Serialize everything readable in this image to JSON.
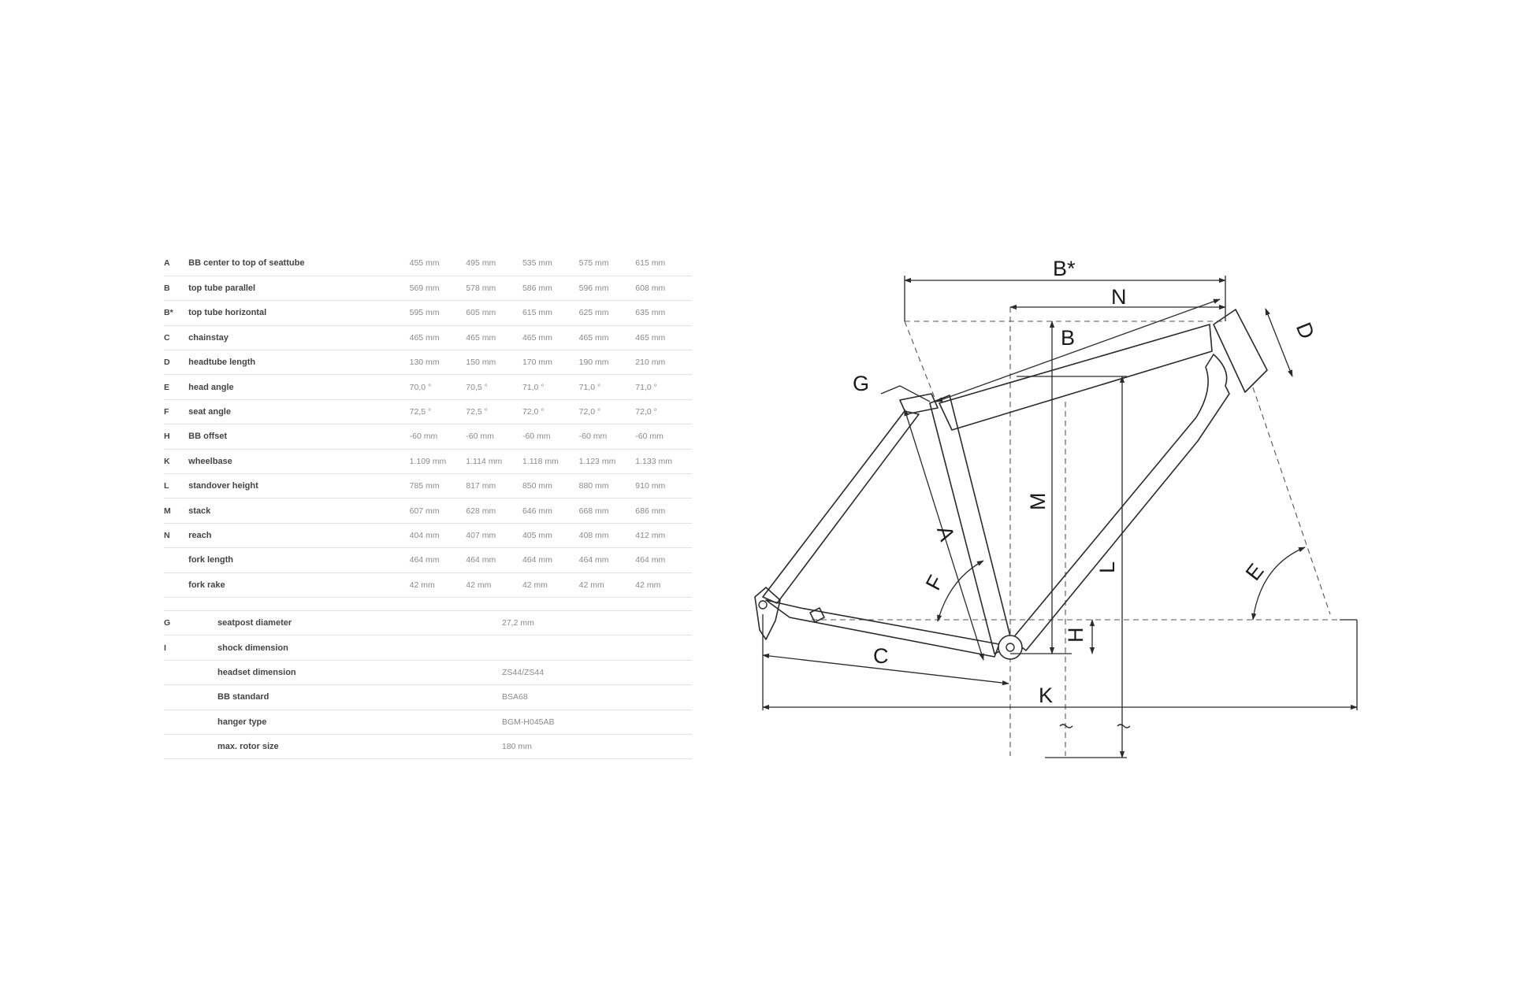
{
  "geometry": [
    {
      "code": "A",
      "label": "BB center to top of seattube",
      "values": [
        "455 mm",
        "495 mm",
        "535 mm",
        "575 mm",
        "615 mm"
      ]
    },
    {
      "code": "B",
      "label": "top tube parallel",
      "values": [
        "569 mm",
        "578 mm",
        "586 mm",
        "596 mm",
        "608 mm"
      ]
    },
    {
      "code": "B*",
      "label": "top tube horizontal",
      "values": [
        "595 mm",
        "605 mm",
        "615 mm",
        "625 mm",
        "635 mm"
      ]
    },
    {
      "code": "C",
      "label": "chainstay",
      "values": [
        "465 mm",
        "465 mm",
        "465 mm",
        "465 mm",
        "465 mm"
      ]
    },
    {
      "code": "D",
      "label": "headtube length",
      "values": [
        "130 mm",
        "150 mm",
        "170 mm",
        "190 mm",
        "210 mm"
      ]
    },
    {
      "code": "E",
      "label": "head angle",
      "values": [
        "70,0 °",
        "70,5 °",
        "71,0 °",
        "71,0 °",
        "71,0 °"
      ]
    },
    {
      "code": "F",
      "label": "seat angle",
      "values": [
        "72,5 °",
        "72,5 °",
        "72,0 °",
        "72,0 °",
        "72,0 °"
      ]
    },
    {
      "code": "H",
      "label": "BB offset",
      "values": [
        "-60 mm",
        "-60 mm",
        "-60 mm",
        "-60 mm",
        "-60 mm"
      ]
    },
    {
      "code": "K",
      "label": "wheelbase",
      "values": [
        "1.109 mm",
        "1.114 mm",
        "1.118 mm",
        "1.123 mm",
        "1.133 mm"
      ]
    },
    {
      "code": "L",
      "label": "standover height",
      "values": [
        "785 mm",
        "817 mm",
        "850 mm",
        "880 mm",
        "910 mm"
      ]
    },
    {
      "code": "M",
      "label": "stack",
      "values": [
        "607 mm",
        "628 mm",
        "646 mm",
        "668 mm",
        "686 mm"
      ]
    },
    {
      "code": "N",
      "label": "reach",
      "values": [
        "404 mm",
        "407 mm",
        "405 mm",
        "408 mm",
        "412 mm"
      ]
    },
    {
      "code": "",
      "label": "fork length",
      "values": [
        "464 mm",
        "464 mm",
        "464 mm",
        "464 mm",
        "464 mm"
      ]
    },
    {
      "code": "",
      "label": "fork rake",
      "values": [
        "42 mm",
        "42 mm",
        "42 mm",
        "42 mm",
        "42 mm"
      ]
    }
  ],
  "specs": [
    {
      "code": "G",
      "label": "seatpost diameter",
      "value": "27,2 mm"
    },
    {
      "code": "I",
      "label": "shock dimension",
      "value": ""
    },
    {
      "code": "",
      "label": "headset dimension",
      "value": "ZS44/ZS44"
    },
    {
      "code": "",
      "label": "BB standard",
      "value": "BSA68"
    },
    {
      "code": "",
      "label": "hanger type",
      "value": "BGM-H045AB"
    },
    {
      "code": "",
      "label": "max. rotor size",
      "value": "180 mm"
    }
  ],
  "diagram": {
    "labels": {
      "b_star": "B*",
      "n": "N",
      "b": "B",
      "d": "D",
      "g": "G",
      "m": "M",
      "a": "A",
      "l": "L",
      "e": "E",
      "f": "F",
      "h": "H",
      "c": "C",
      "k": "K"
    },
    "line_color": "#2b2b2b"
  }
}
